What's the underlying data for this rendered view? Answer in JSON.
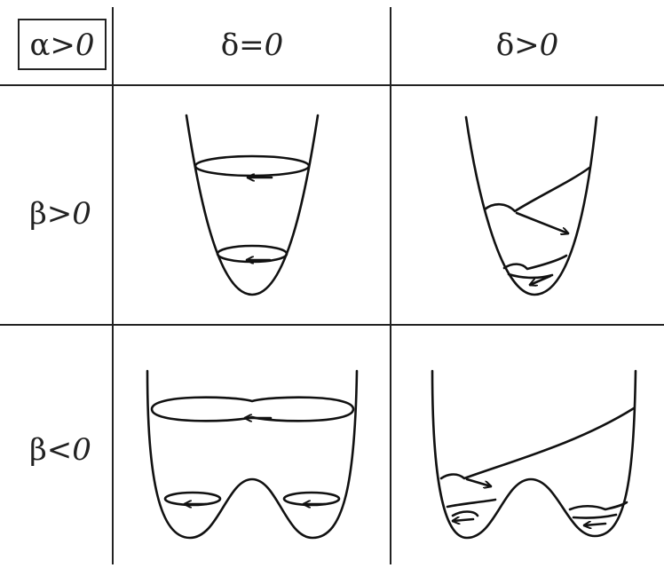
{
  "header": {
    "corner_label": {
      "greek": "α",
      "op": ">",
      "num": "0"
    },
    "col1": {
      "greek": "δ",
      "op": "=",
      "num": "0"
    },
    "col2": {
      "greek": "δ",
      "op": ">",
      "num": "0"
    }
  },
  "rows": {
    "row1": {
      "greek": "β",
      "op": ">",
      "num": "0"
    },
    "row2": {
      "greek": "β",
      "op": "<",
      "num": "0"
    }
  },
  "colors": {
    "ink": "#111111",
    "text": "#222222",
    "background": "#ffffff"
  }
}
